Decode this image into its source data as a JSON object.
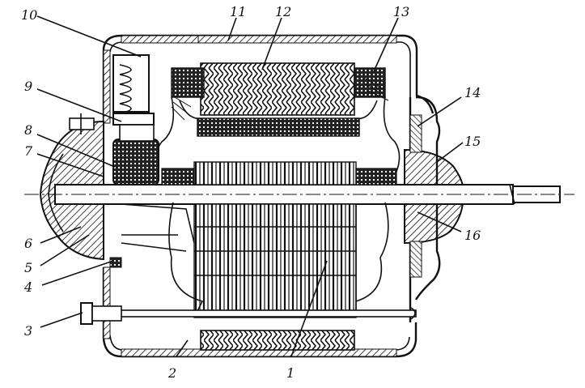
{
  "diagram": {
    "callouts": [
      {
        "id": "c1",
        "text": "1"
      },
      {
        "id": "c2",
        "text": "2"
      },
      {
        "id": "c3",
        "text": "3"
      },
      {
        "id": "c4",
        "text": "4"
      },
      {
        "id": "c5",
        "text": "5"
      },
      {
        "id": "c6",
        "text": "6"
      },
      {
        "id": "c7",
        "text": "7"
      },
      {
        "id": "c8",
        "text": "8"
      },
      {
        "id": "c9",
        "text": "9"
      },
      {
        "id": "c10",
        "text": "10"
      },
      {
        "id": "c11",
        "text": "11"
      },
      {
        "id": "c12",
        "text": "12"
      },
      {
        "id": "c13",
        "text": "13"
      },
      {
        "id": "c14",
        "text": "14"
      },
      {
        "id": "c15",
        "text": "15"
      },
      {
        "id": "c16",
        "text": "16"
      }
    ]
  }
}
